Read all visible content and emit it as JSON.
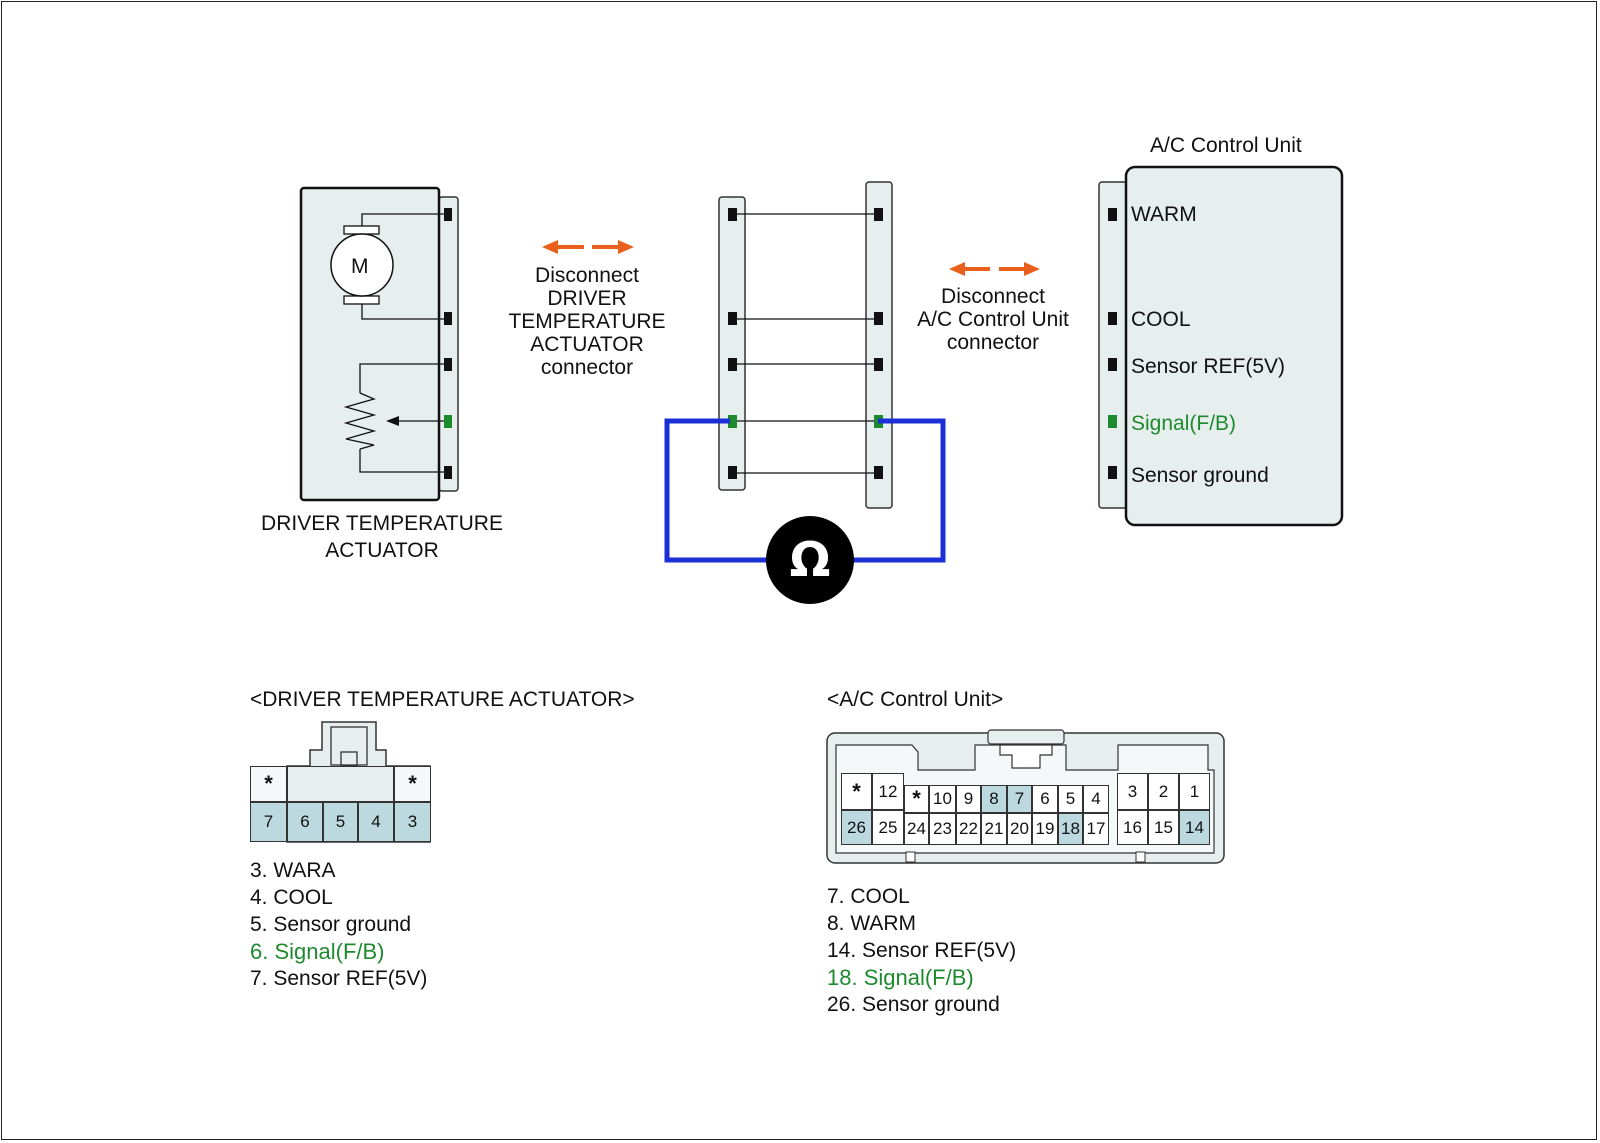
{
  "actuator": {
    "motor_label": "M",
    "title_line1": "DRIVER TEMPERATURE",
    "title_line2": "ACTUATOR"
  },
  "disconnect_left": {
    "line1": "Disconnect",
    "line2": "DRIVER",
    "line3": "TEMPERATURE",
    "line4": "ACTUATOR",
    "line5": "connector"
  },
  "disconnect_right": {
    "line1": "Disconnect",
    "line2": "A/C Control Unit",
    "line3": "connector"
  },
  "acu": {
    "title": "A/C Control Unit",
    "pins": {
      "warm": "WARM",
      "cool": "COOL",
      "ref": "Sensor REF(5V)",
      "signal": "Signal(F/B)",
      "ground": "Sensor ground"
    }
  },
  "meter": {
    "symbol": "Ω"
  },
  "connector_actuator": {
    "title": "<DRIVER TEMPERATURE ACTUATOR>",
    "star": "*",
    "pins": [
      "7",
      "6",
      "5",
      "4",
      "3"
    ],
    "legend": {
      "l1": "3. WARA",
      "l2": "4. COOL",
      "l3": "5. Sensor ground",
      "l4": "6. Signal(F/B)",
      "l5": "7. Sensor REF(5V)"
    }
  },
  "connector_acu": {
    "title": "<A/C Control Unit>",
    "top_row": [
      "*",
      "12",
      "*",
      "10",
      "9",
      "8",
      "7",
      "6",
      "5",
      "4",
      "3",
      "2",
      "1"
    ],
    "bottom_row": [
      "26",
      "25",
      "24",
      "23",
      "22",
      "21",
      "20",
      "19",
      "18",
      "17",
      "16",
      "15",
      "14"
    ],
    "legend": {
      "l1": "7. COOL",
      "l2": "8. WARM",
      "l3": "14. Sensor REF(5V)",
      "l4": "18. Signal(F/B)",
      "l5": "26. Sensor ground"
    }
  },
  "colors": {
    "signal_green": "#1e8a2e",
    "arrow_orange": "#e8601c",
    "meter_lead_blue": "#1a2fd6",
    "pin_highlight": "#bcd9e0",
    "body_fill": "#e6eeee"
  }
}
